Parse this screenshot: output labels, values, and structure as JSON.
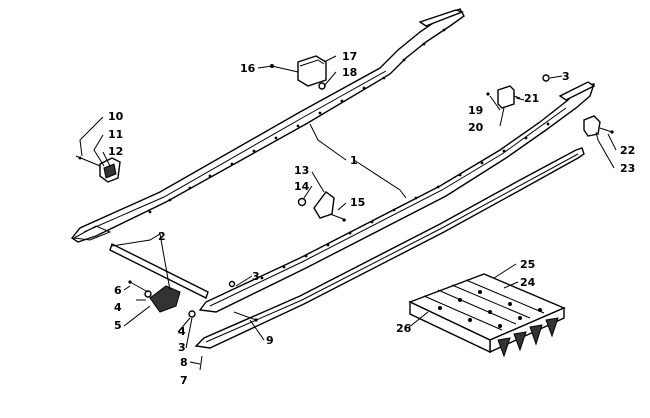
{
  "diagram": {
    "type": "exploded-parts-diagram",
    "callouts": [
      {
        "id": "c1",
        "label": "1"
      },
      {
        "id": "c2",
        "label": "2"
      },
      {
        "id": "c3a",
        "label": "3"
      },
      {
        "id": "c3b",
        "label": "3"
      },
      {
        "id": "c3c",
        "label": "3"
      },
      {
        "id": "c4a",
        "label": "4"
      },
      {
        "id": "c4b",
        "label": "4"
      },
      {
        "id": "c5",
        "label": "5"
      },
      {
        "id": "c6",
        "label": "6"
      },
      {
        "id": "c7",
        "label": "7"
      },
      {
        "id": "c8",
        "label": "8"
      },
      {
        "id": "c9",
        "label": "9"
      },
      {
        "id": "c10",
        "label": "10"
      },
      {
        "id": "c11",
        "label": "11"
      },
      {
        "id": "c12",
        "label": "12"
      },
      {
        "id": "c13",
        "label": "13"
      },
      {
        "id": "c14",
        "label": "14"
      },
      {
        "id": "c15",
        "label": "15"
      },
      {
        "id": "c16",
        "label": "16"
      },
      {
        "id": "c17",
        "label": "17"
      },
      {
        "id": "c18",
        "label": "18"
      },
      {
        "id": "c19",
        "label": "19"
      },
      {
        "id": "c20",
        "label": "20"
      },
      {
        "id": "c21",
        "label": "21"
      },
      {
        "id": "c22",
        "label": "22"
      },
      {
        "id": "c23",
        "label": "23"
      },
      {
        "id": "c24",
        "label": "24"
      },
      {
        "id": "c25",
        "label": "25"
      },
      {
        "id": "c26",
        "label": "26"
      }
    ]
  }
}
